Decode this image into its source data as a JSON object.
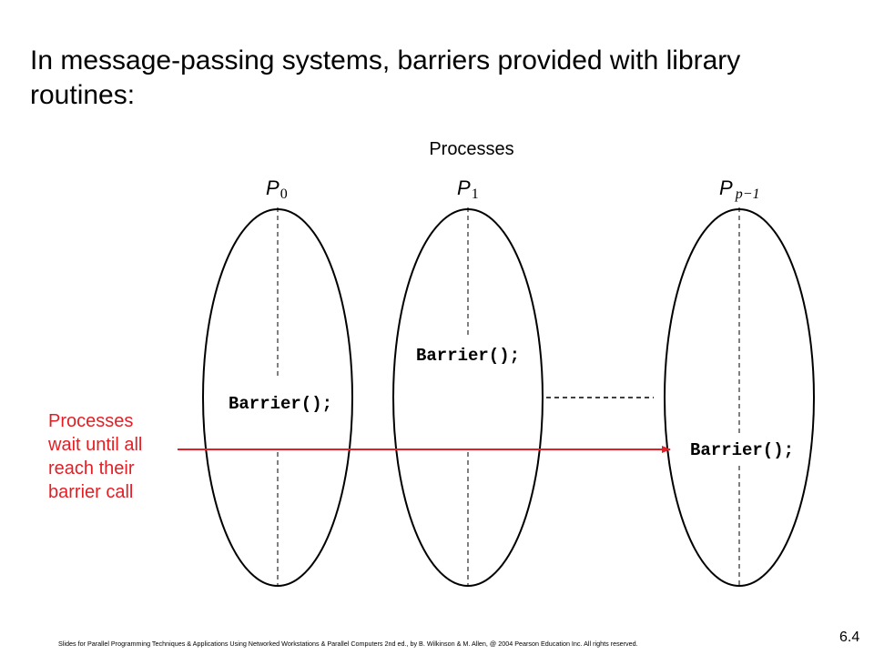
{
  "slide": {
    "title": "In message-passing systems, barriers provided with library routines:",
    "page_number": "6.4",
    "footer": "Slides for Parallel Programming Techniques & Applications Using Networked Workstations & Parallel Computers 2nd ed., by B. Wilkinson & M. Allen, @ 2004 Pearson Education Inc. All rights reserved."
  },
  "diagram": {
    "heading": "Processes",
    "processes": [
      {
        "symbol": "P",
        "subscript": "0",
        "call": "Barrier();"
      },
      {
        "symbol": "P",
        "subscript": "1",
        "call": "Barrier();"
      },
      {
        "symbol": "P",
        "subscript": "p−1",
        "call": "Barrier();"
      }
    ],
    "note_lines": [
      "Processes",
      "wait until all",
      "reach their",
      "barrier call"
    ],
    "colors": {
      "accent": "#e31e24",
      "ink": "#000000"
    }
  }
}
